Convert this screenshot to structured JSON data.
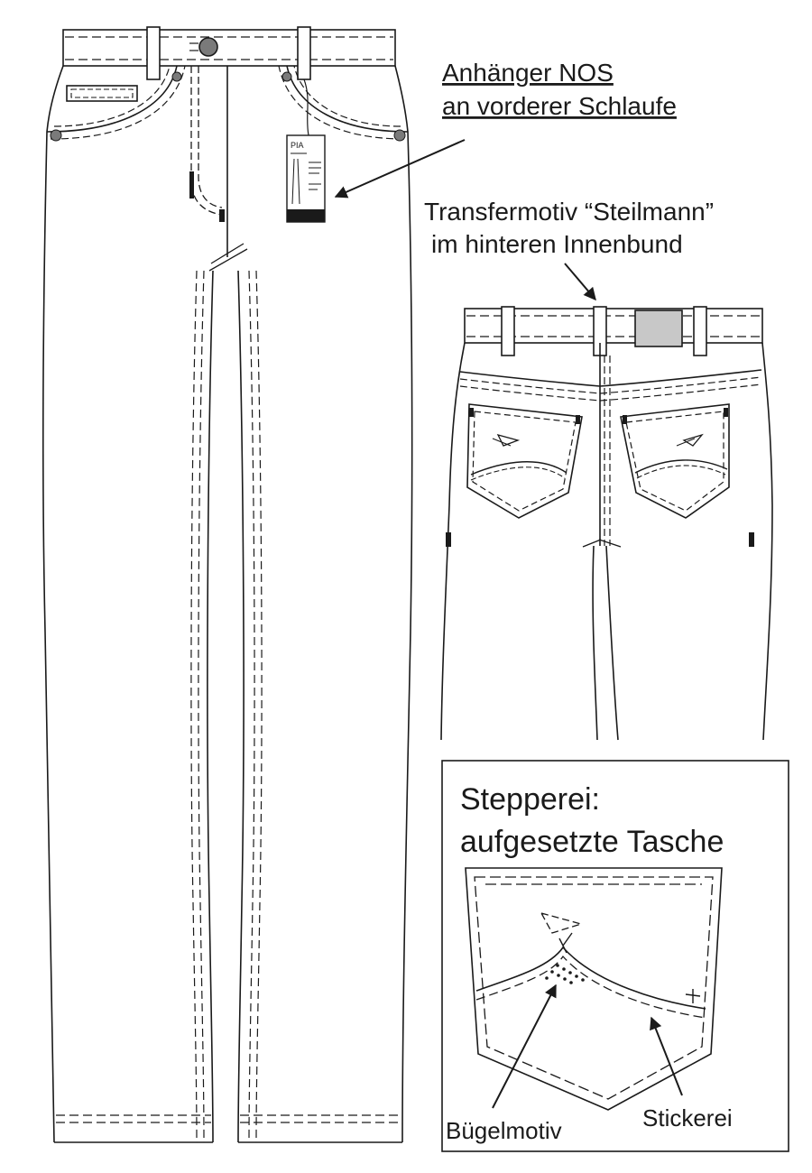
{
  "labels": {
    "tag_line1": "Anhänger NOS",
    "tag_line2": "an vorderer Schlaufe",
    "transfer_line1": "Transfermotiv “Steilmann”",
    "transfer_line2": "im hinteren Innenbund",
    "detail_title_line1": "Stepperei:",
    "detail_title_line2": "aufgesetzte Tasche",
    "buegelmotiv": "Bügelmotiv",
    "stickerei": "Stickerei"
  },
  "hangtag": {
    "brand": "PIA"
  },
  "colors": {
    "line": "#1a1a1a",
    "label_patch": "#c8c8c8",
    "button": "#7a7a7a"
  }
}
